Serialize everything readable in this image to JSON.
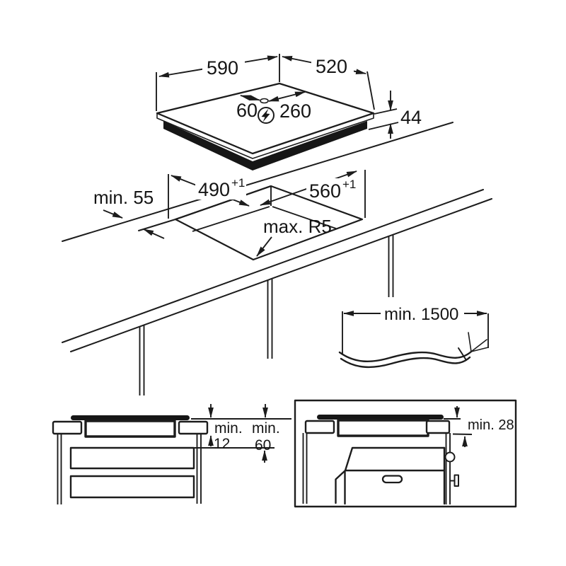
{
  "hob_view": {
    "width": "590",
    "depth": "520",
    "offset_left": "60",
    "offset_right": "260",
    "height": "44",
    "power_icon": "lightning-bolt"
  },
  "cutout_view": {
    "rear_clearance": "min. 55",
    "width": "490",
    "width_sup": "+1",
    "depth": "560",
    "depth_sup": "+1",
    "corner": "max. R5"
  },
  "cable_view": {
    "length": "min. 1500"
  },
  "drawer_view": {
    "min1_label": "min.",
    "min1_value": "12",
    "min2_label": "min.",
    "min2_value": "60"
  },
  "oven_view": {
    "clearance": "min. 28"
  }
}
